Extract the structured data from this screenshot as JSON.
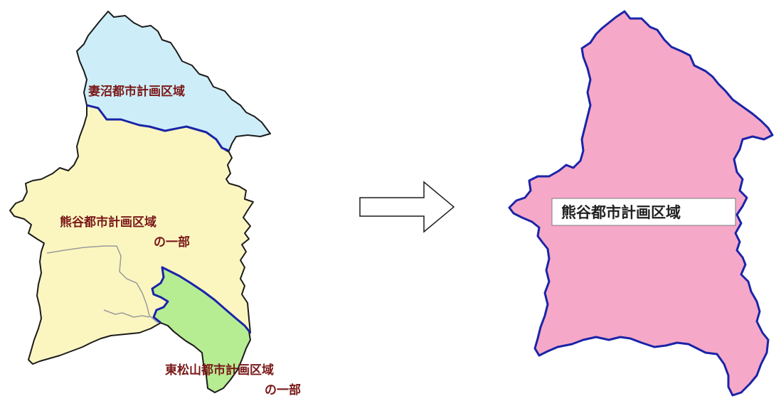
{
  "before_map": {
    "regions": [
      {
        "id": "menuma",
        "label_lines": [
          "妻沼都市計画区域"
        ],
        "fill": "#cdeef8"
      },
      {
        "id": "kumagaya-part",
        "label_lines": [
          "熊谷都市計画区域",
          "の一部"
        ],
        "fill": "#fbf6c0"
      },
      {
        "id": "higashimatsuyama-part",
        "label_lines": [
          "東松山都市計画区域",
          "の一部"
        ],
        "fill": "#b6ec92"
      }
    ],
    "label_color": "#7a1818",
    "outline_color": "#1c1c1c",
    "boundary_color": "#1a24a8"
  },
  "arrow": {
    "direction": "right",
    "meaning": "becomes"
  },
  "after_map": {
    "regions": [
      {
        "id": "kumagaya",
        "label_lines": [
          "熊谷都市計画区域"
        ],
        "fill": "#f6a8c8"
      }
    ],
    "label_color": "#222222",
    "outline_color": "#1a24a8"
  }
}
